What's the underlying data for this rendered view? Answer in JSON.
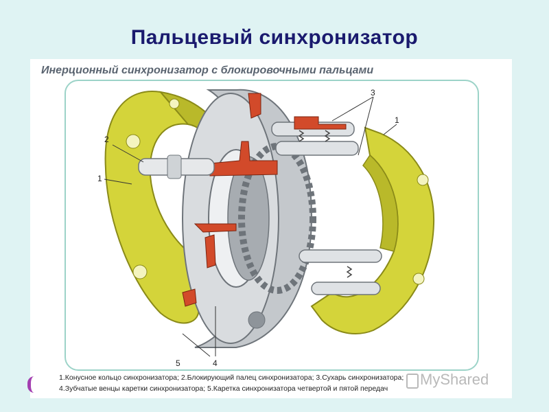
{
  "slide": {
    "title": "Пальцевый синхронизатор"
  },
  "figure": {
    "heading": "Инерционный синхронизатор с блокировочными пальцами",
    "callouts": [
      "1",
      "2",
      "1",
      "3",
      "4",
      "5"
    ],
    "caption_line1": "1.Конусное кольцо синхронизатора; 2.Блокирующий палец синхронизатора; 3.Сухарь синхронизатора;",
    "caption_line2": "4.Зубчатые венцы каретки синхронизатора; 5.Каретка синхронизатора четвертой и пятой передач"
  },
  "watermark": {
    "text": "MyShared"
  },
  "colors": {
    "title": "#1a1a6e",
    "ring_yellow": "#d4d43a",
    "ring_dark": "#9e9e1e",
    "steel": "#c4c8cc",
    "steel_dark": "#8e949a",
    "highlight_red": "#d24a2a",
    "frame": "#9cd3c8"
  }
}
